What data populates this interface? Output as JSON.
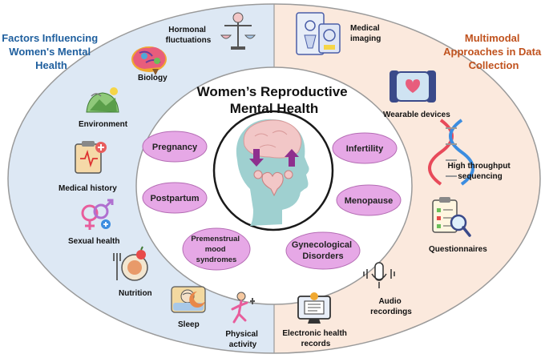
{
  "left_header": [
    "Factors Influencing",
    "Women's Mental",
    "Health"
  ],
  "right_header": [
    "Multimodal",
    "Approaches in Data",
    "Collection"
  ],
  "center_title": [
    "Women’s Reproductive",
    "Mental Health"
  ],
  "factors": {
    "hormonal": [
      "Hormonal",
      "fluctuations"
    ],
    "biology": "Biology",
    "environment": "Environment",
    "medical_history": "Medical history",
    "sexual_health": "Sexual health",
    "nutrition": "Nutrition",
    "sleep": "Sleep",
    "physical_activity": [
      "Physical",
      "activity"
    ]
  },
  "methods": {
    "medical_imaging": [
      "Medical",
      "imaging"
    ],
    "wearables": "Wearable devices",
    "sequencing": [
      "High throughput",
      "sequencing"
    ],
    "questionnaires": "Questionnaires",
    "audio": [
      "Audio",
      "recordings"
    ],
    "ehr": [
      "Electronic health",
      "records"
    ]
  },
  "conditions": {
    "pregnancy": "Pregnancy",
    "postpartum": "Postpartum",
    "pms": [
      "Premenstrual",
      "mood",
      "syndromes"
    ],
    "infertility": "Infertility",
    "menopause": "Menopause",
    "gyn": [
      "Gynecological",
      "Disorders"
    ]
  },
  "colors": {
    "left_band": "#dde8f4",
    "right_band": "#fbe9dd",
    "ring_stroke": "#9a9a9a",
    "pill_fill": "#e6a8e6",
    "pill_stroke": "#b46cb4",
    "head_fill": "#9fd0d0",
    "brain_fill": "#f2c7c7"
  }
}
